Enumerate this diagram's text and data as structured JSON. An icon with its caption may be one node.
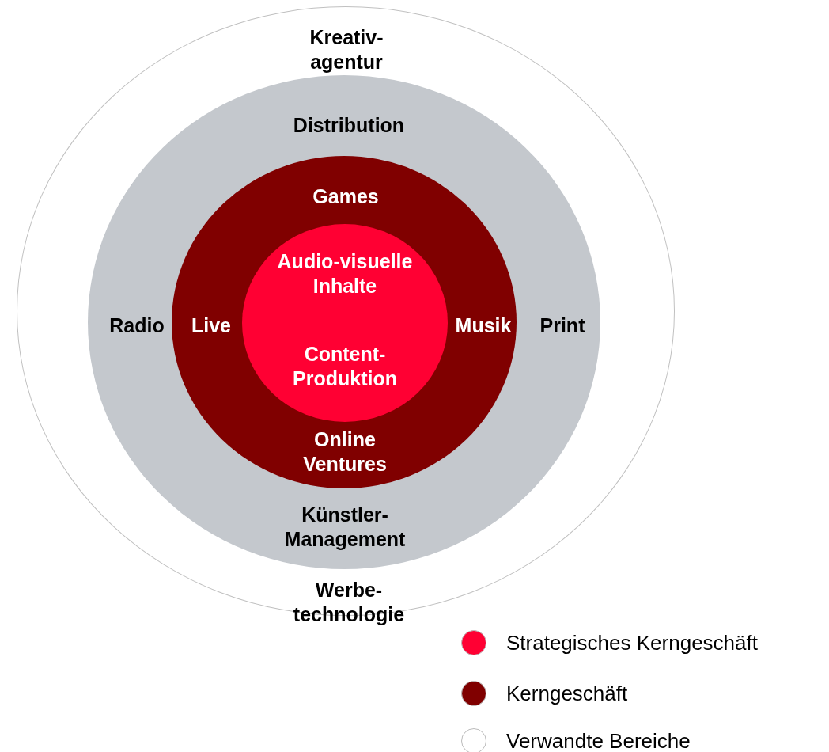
{
  "diagram": {
    "nodes": [
      {
        "text": [
          "Kreativ- agentur",
          "Werbe- technologie"
        ]
      },
      {
        "text": [
          "Distribution",
          "Radio",
          "Print",
          "Künstler- Management"
        ],
        "in": 0
      },
      {
        "text": [
          "Games",
          "Live",
          "Musik",
          "Online Ventures"
        ],
        "in": 1
      },
      {
        "text": [
          "Audio-visuelle Inhalte",
          "Content- Produktion"
        ],
        "in": 2
      }
    ],
    "legend": [
      {
        "text": "Strategisches Kerngeschäft",
        "color": "#ff0033"
      },
      {
        "text": "Kerngeschäft",
        "color": "#800000"
      },
      {
        "text": "Verwandte Bereiche",
        "color": "#ffffff"
      }
    ]
  }
}
